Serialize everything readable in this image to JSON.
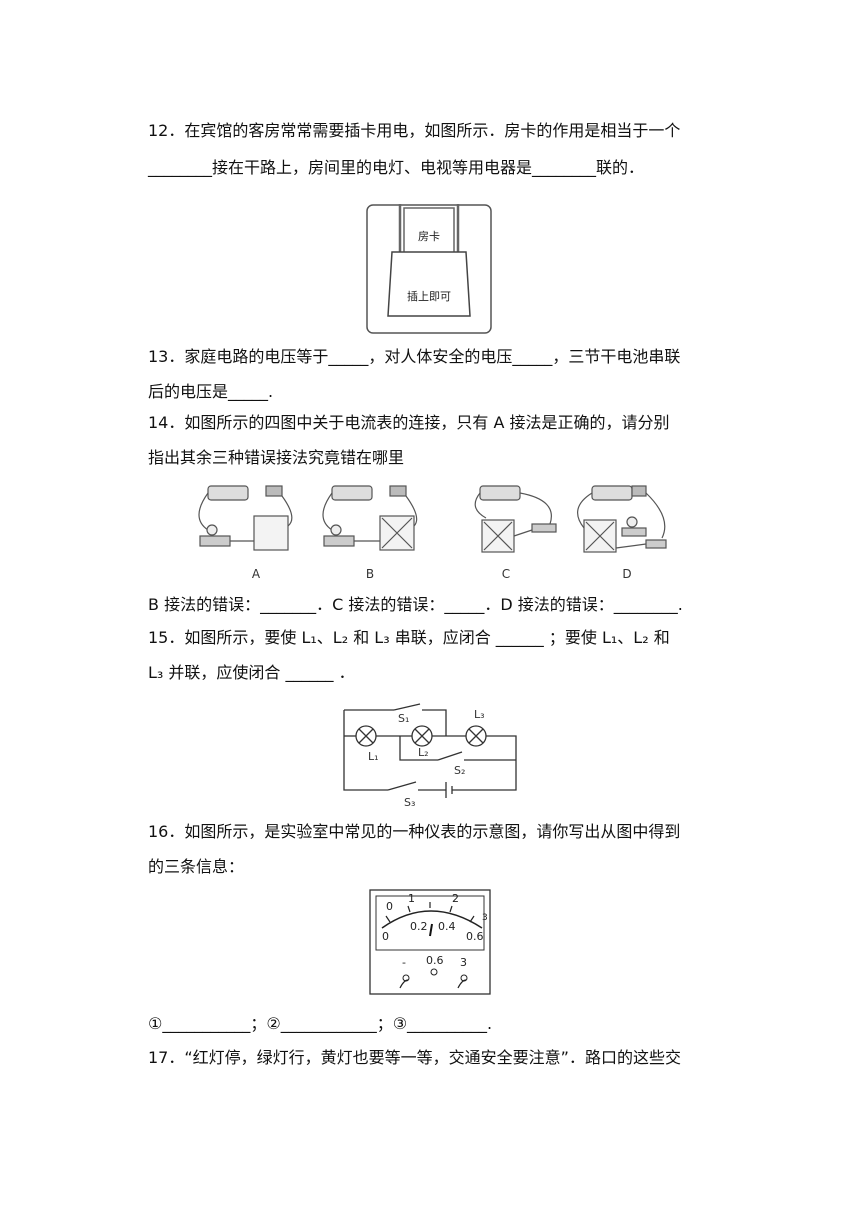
{
  "q12": {
    "line1": "12．在宾馆的客房常常需要插卡用电，如图所示．房卡的作用是相当于一个",
    "line2": "________接在干路上，房间里的电灯、电视等用电器是________联的．",
    "card_label": "房卡",
    "slot_label": "插上即可"
  },
  "q13": {
    "line1": "13．家庭电路的电压等于_____，对人体安全的电压_____，三节干电池串联",
    "line2": "后的电压是_____."
  },
  "q14": {
    "line1": "14．如图所示的四图中关于电流表的连接，只有 A 接法是正确的，请分别",
    "line2": "指出其余三种错误接法究竟错在哪里",
    "figure_labels": [
      "A",
      "B",
      "C",
      "D"
    ],
    "answer_line": "B 接法的错误：_______．C 接法的错误：_____．D 接法的错误：________."
  },
  "q15": {
    "line1": "15．如图所示，要使 L₁、L₂ 和 L₃ 串联，应闭合 ______ ；要使 L₁、L₂ 和",
    "line2": "L₃ 并联，应使闭合 ______ ．",
    "labels": {
      "L1": "L₁",
      "L2": "L₂",
      "L3": "L₃",
      "S1": "S₁",
      "S2": "S₂",
      "S3": "S₃"
    }
  },
  "q16": {
    "line1": "16．如图所示，是实验室中常见的一种仪表的示意图，请你写出从图中得到",
    "line2": "的三条信息：",
    "meter": {
      "top_scale": [
        "0",
        "1",
        "2",
        "3"
      ],
      "bottom_scale": [
        "0",
        "0.2",
        "0.4",
        "0.6"
      ],
      "terminals": [
        "-",
        "0.6",
        "3"
      ]
    },
    "answer_line": "①___________；②____________；③__________."
  },
  "q17": {
    "line1": "17．“红灯停，绿灯行，黄灯也要等一等，交通安全要注意”．路口的这些交"
  }
}
